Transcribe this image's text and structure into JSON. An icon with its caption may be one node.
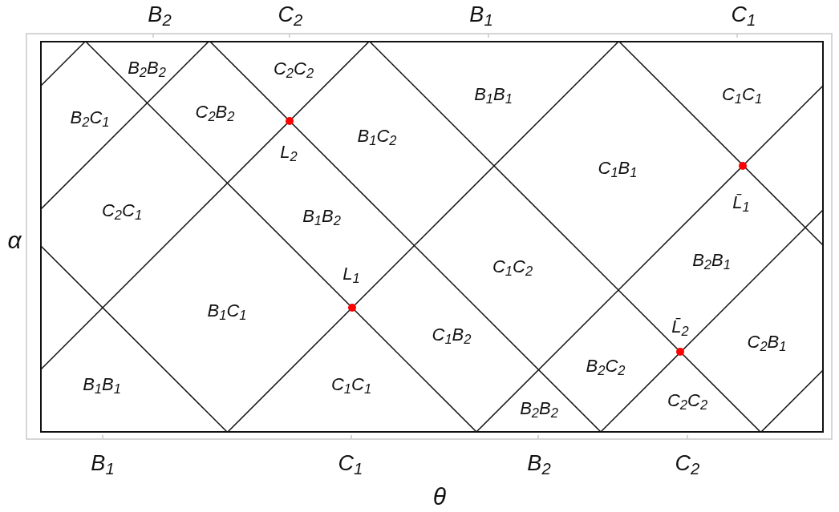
{
  "diagram": {
    "nodes": [
      {
        "text": [],
        "shape": "circle",
        "beside": [
          "L$_{2}$"
        ]
      },
      {
        "text": [],
        "shape": "circle",
        "beside": [
          "L̄$_{1}$"
        ]
      },
      {
        "text": [],
        "shape": "circle",
        "beside": [
          "L$_{1}$"
        ]
      },
      {
        "text": [],
        "shape": "circle",
        "beside": [
          "L̄$_{2}$"
        ]
      }
    ],
    "labels": [
      "B$_{2}$",
      "C$_{2}$",
      "B$_{1}$",
      "C$_{1}$",
      "B$_{2}$B$_{2}$",
      "C$_{2}$C$_{2}$",
      "B$_{1}$B$_{1}$",
      "C$_{1}$C$_{1}$",
      "B$_{2}$C$_{1}$",
      "C$_{2}$B$_{2}$",
      "B$_{1}$C$_{2}$",
      "C$_{1}$B$_{1}$",
      "C$_{2}$C$_{1}$",
      "B$_{1}$B$_{2}$",
      "α",
      "B$_{2}$B$_{1}$",
      "C$_{1}$C$_{2}$",
      "B$_{1}$C$_{1}$",
      "C$_{1}$B$_{2}$",
      "C$_{2}$B$_{1}$",
      "B$_{2}$C$_{2}$",
      "B$_{1}$B$_{1}$",
      "C$_{1}$C$_{1}$",
      "C$_{2}$C$_{2}$",
      "B$_{2}$B$_{2}$",
      "B$_{1}$",
      "C$_{1}$",
      "B$_{2}$",
      "C$_{2}$",
      "θ"
    ]
  }
}
